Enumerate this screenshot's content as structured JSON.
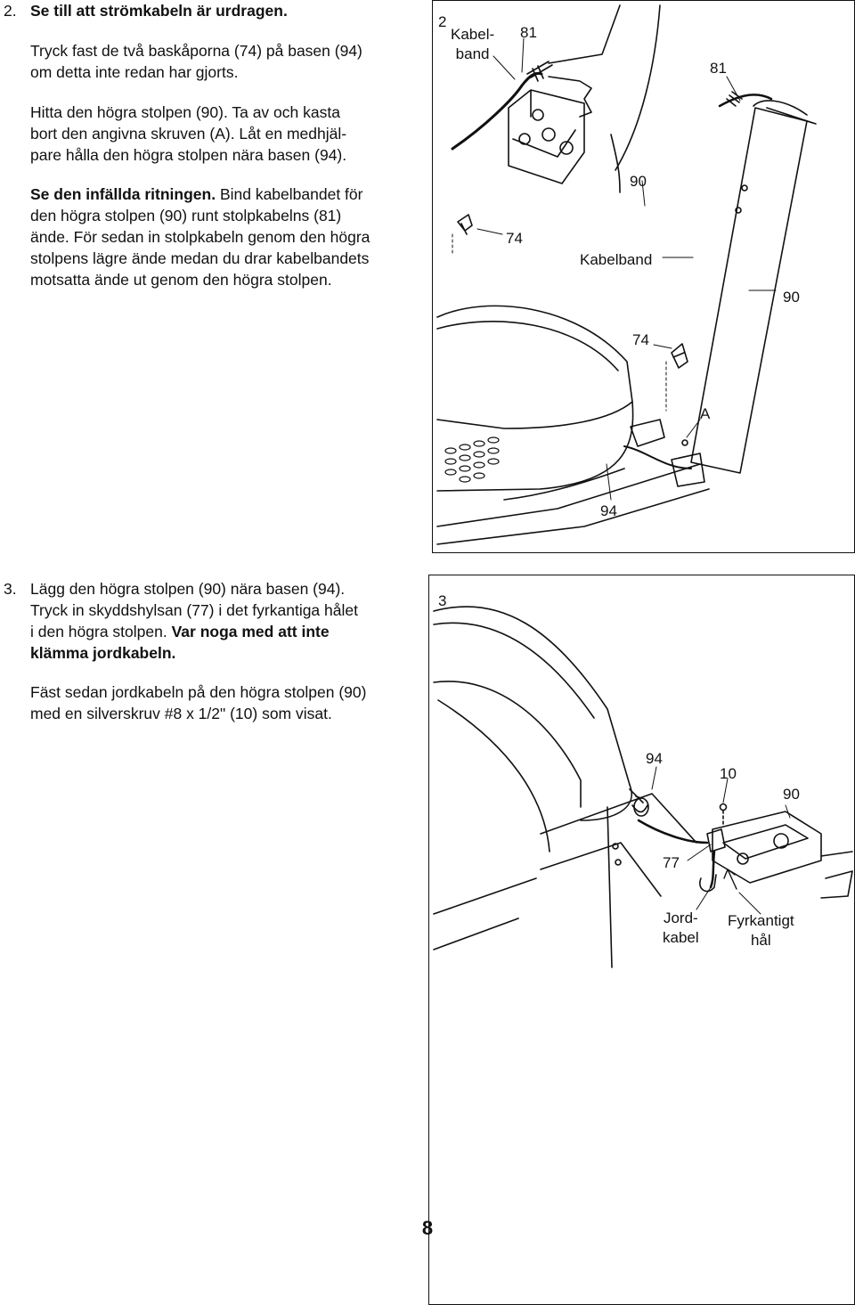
{
  "step2": {
    "number": "2.",
    "heading": "Se till att strömkabeln är urdragen.",
    "para1": [
      "Tryck fast de två baskåporna (74) på basen (94)",
      "om detta inte redan har gjorts."
    ],
    "para2": [
      "Hitta den högra stolpen (90). Ta av och kasta",
      "bort den angivna skruven (A). Låt en medhjäl-",
      "pare hålla den högra stolpen nära basen (94)."
    ],
    "para3_bold": "Se den infällda ritningen.",
    "para3_line1_rest": " Bind kabelbandet för",
    "para3_lines": [
      "den högra stolpen (90) runt stolpkabelns (81)",
      "ände. För sedan in stolpkabeln genom den högra",
      "stolpens lägre ände medan du drar kabelbandets",
      "motsatta ände ut genom den högra stolpen."
    ]
  },
  "figure2": {
    "panel_number": "2",
    "labels": {
      "kabelband_top": [
        "Kabel-",
        "band"
      ],
      "part81_a": "81",
      "part81_b": "81",
      "part90_top": "90",
      "part74_left": "74",
      "kabelband_mid": "Kabelband",
      "part90_right": "90",
      "part74_mid": "74",
      "partA": "A",
      "part94": "94"
    }
  },
  "step3": {
    "number": "3.",
    "para1": [
      "Lägg den högra stolpen (90) nära basen (94).",
      "Tryck in skyddshylsan (77) i det fyrkantiga hålet"
    ],
    "para1_line3_plain": "i den högra stolpen. ",
    "para1_line3_bold": "Var noga med att inte",
    "para1_line4_bold": "klämma jordkabeln.",
    "para2": [
      "Fäst sedan jordkabeln på den högra stolpen (90)",
      "med en silverskruv #8 x 1/2\" (10) som visat."
    ]
  },
  "figure3": {
    "panel_number": "3",
    "labels": {
      "part94": "94",
      "part10": "10",
      "part90": "90",
      "part77": "77",
      "jordkabel": [
        "Jord-",
        "kabel"
      ],
      "fyrkantigt_hal": [
        "Fyrkantigt",
        "hål"
      ]
    }
  },
  "page": {
    "number": "8"
  }
}
